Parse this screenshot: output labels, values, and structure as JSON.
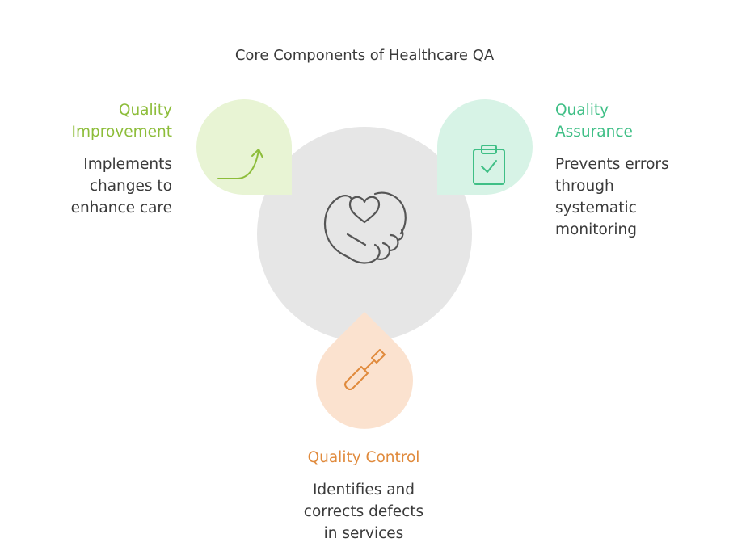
{
  "title": "Core Components of Healthcare QA",
  "colors": {
    "center_circle": "#e6e6e6",
    "improvement_fill": "#e8f4d4",
    "improvement_accent": "#8dbd3a",
    "assurance_fill": "#d7f3e6",
    "assurance_accent": "#3fbf86",
    "control_fill": "#fbe2cf",
    "control_accent": "#e08a3c",
    "center_icon": "#555555"
  },
  "center": {
    "icon": "hand-heart-icon"
  },
  "components": {
    "improvement": {
      "heading": "Quality Improvement",
      "heading_line1": "Quality",
      "heading_line2": "Improvement",
      "description": "Implements changes to enhance care",
      "desc_line1": "Implements",
      "desc_line2": "changes to",
      "desc_line3": "enhance care",
      "icon": "trend-up-arrow-icon"
    },
    "assurance": {
      "heading": "Quality Assurance",
      "heading_line1": "Quality",
      "heading_line2": "Assurance",
      "description": "Prevents errors through systematic monitoring",
      "desc_line1": "Prevents errors",
      "desc_line2": "through",
      "desc_line3": "systematic",
      "desc_line4": "monitoring",
      "icon": "clipboard-check-icon"
    },
    "control": {
      "heading": "Quality Control",
      "description": "Identifies and corrects defects in services",
      "desc_line1": "Identifies and",
      "desc_line2": "corrects defects",
      "desc_line3": "in services",
      "icon": "screwdriver-icon"
    }
  }
}
